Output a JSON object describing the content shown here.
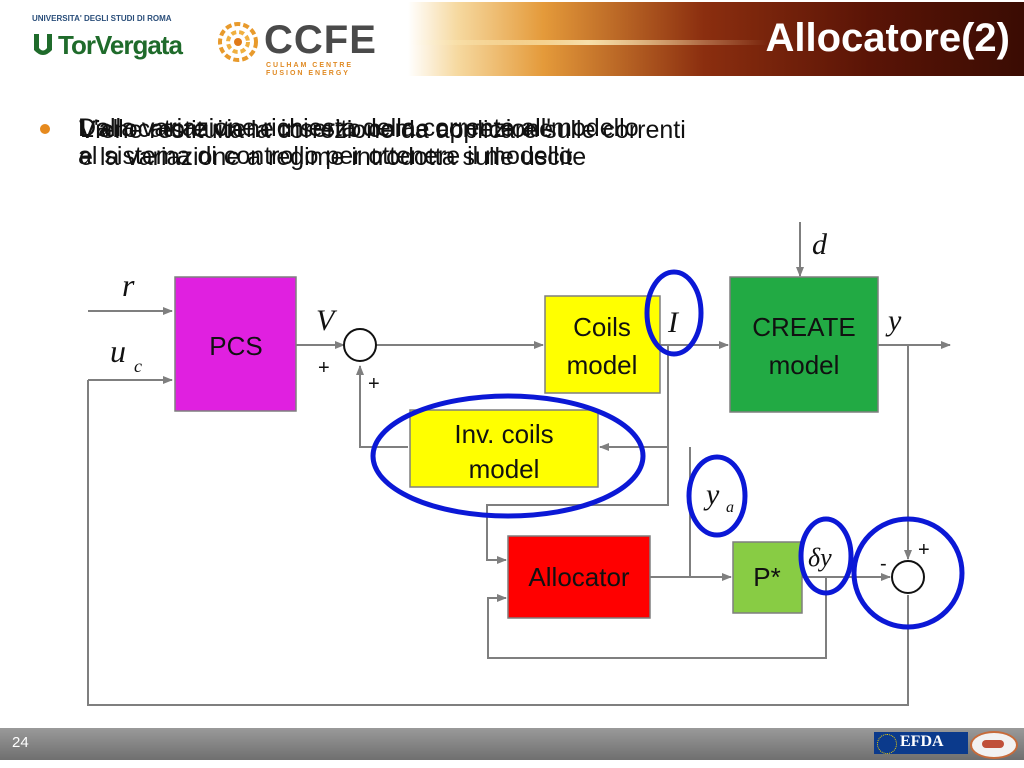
{
  "header": {
    "university": "UNIVERSITA' DEGLI STUDI DI ROMA",
    "university_name": "TorVergata",
    "ccfe": "CCFE",
    "ccfe_sub_line1": "CULHAM CENTRE",
    "ccfe_sub_line2": "FUSION ENERGY",
    "title": "Allocatore(2)"
  },
  "bullet_layers": [
    "Dalla variazione richiesta della corrente all'modello",
    "L'allocatore viene inserito come correzione",
    "Viene restituita la correzione da applicare sulle correnti",
    "al sistema di controllo per ottenere il modello",
    "e la variazione a regime introdotta sulle uscite"
  ],
  "diagram": {
    "labels": {
      "r": "r",
      "uc": "u",
      "uc_sub": "c",
      "V": "V",
      "I": "I",
      "y": "y",
      "d": "d",
      "ya": "y",
      "ya_sub": "a",
      "dy": "δy",
      "plus1": "+",
      "plus2": "+",
      "minus": "-",
      "plus3": "+"
    },
    "blocks": {
      "pcs": "PCS",
      "coils_l1": "Coils",
      "coils_l2": "model",
      "create_l1": "CREATE",
      "create_l2": "model",
      "inv_l1": "Inv. coils",
      "inv_l2": "model",
      "allocator": "Allocator",
      "p": "P*"
    },
    "colors": {
      "pcs": "#e020e0",
      "coils": "#ffff00",
      "create": "#22aa44",
      "allocator": "#ff0000",
      "p": "#88cc44",
      "highlight": "#0b18d6",
      "line": "#7f7f7f"
    }
  },
  "footer": {
    "page_number": "24",
    "efda": "EFDA"
  }
}
